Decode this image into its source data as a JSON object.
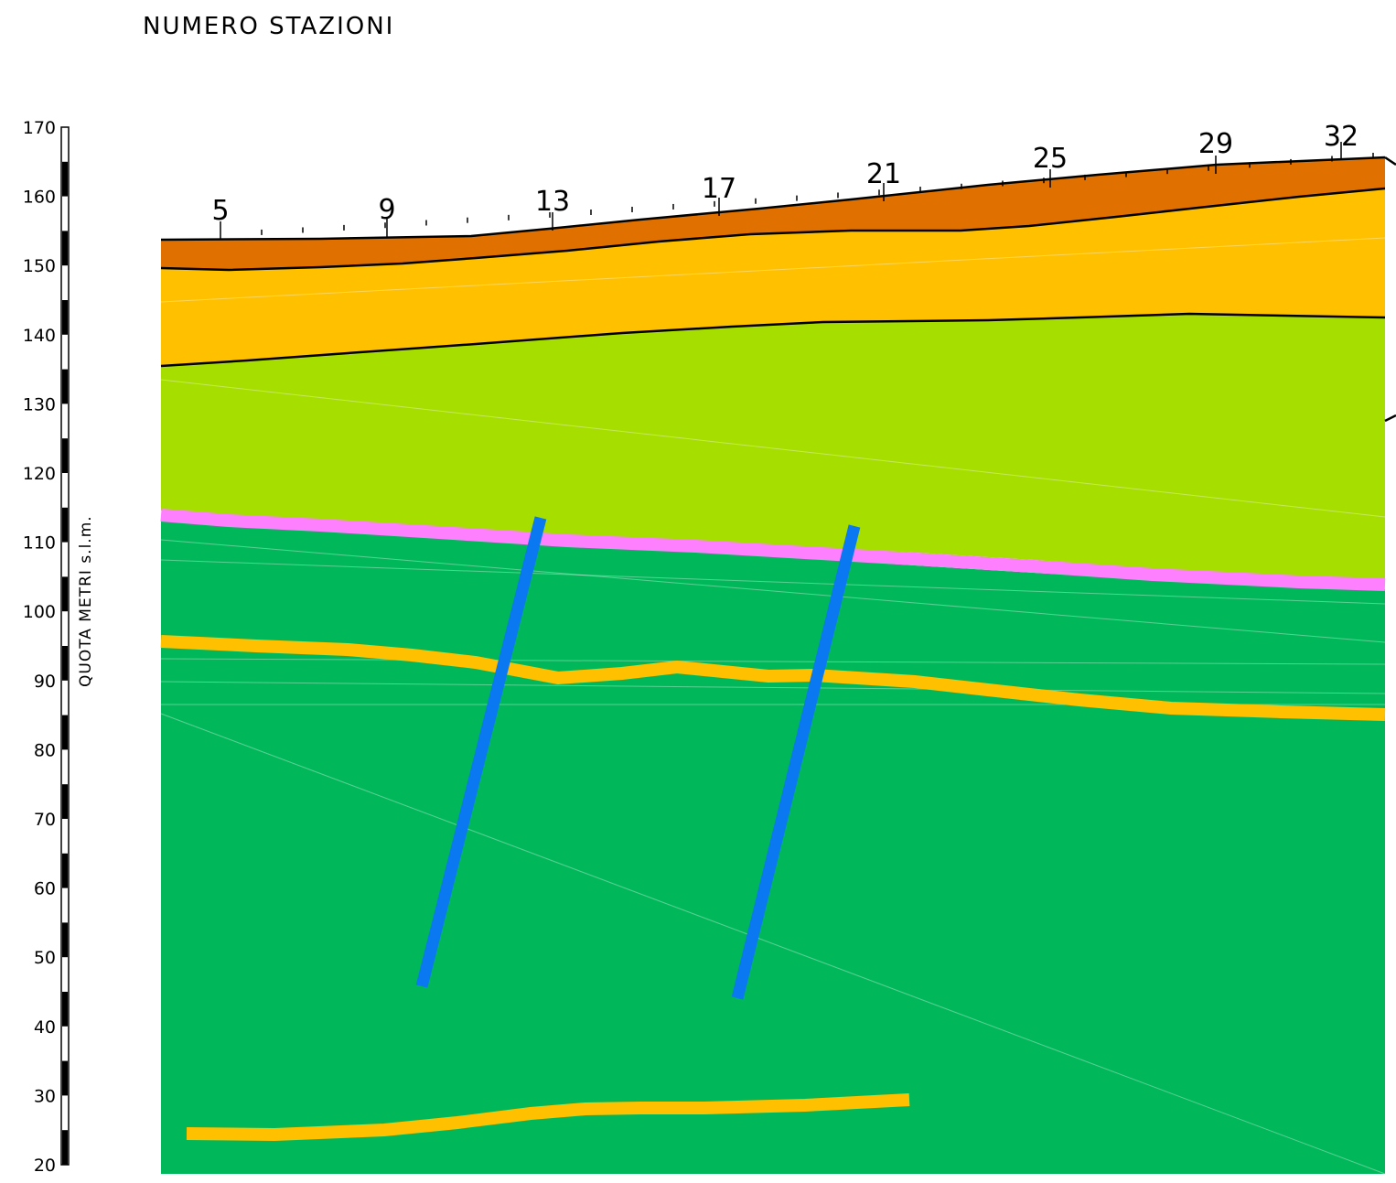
{
  "title": "NUMERO STAZIONI",
  "axis": {
    "label": "QUOTA METRI s.l.m.",
    "ticks": [
      "170",
      "160",
      "150",
      "140",
      "130",
      "120",
      "110",
      "100",
      "90",
      "80",
      "70",
      "60",
      "50",
      "40",
      "30",
      "20"
    ]
  },
  "stations": [
    "5",
    "9",
    "13",
    "17",
    "21",
    "25",
    "29",
    "32"
  ],
  "colors": {
    "topsoil": "#e07000",
    "gravel": "#ffc000",
    "lime_layer": "#a6de00",
    "pink_band": "#ff80ff",
    "green_base": "#00b85a",
    "gold_lens": "#ffc000",
    "fault": "#0a78f0"
  }
}
